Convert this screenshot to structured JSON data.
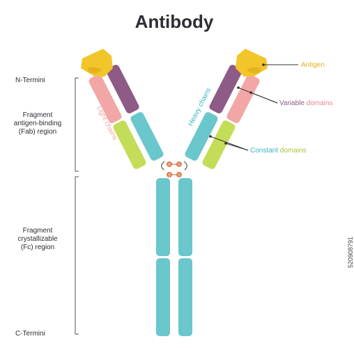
{
  "title": "Antibody",
  "left_labels": {
    "n_termini": "N-Termini",
    "fab_line1": "Fragment",
    "fab_line2": "antigen-binding",
    "fab_line3": "(Fab) region",
    "fc_line1": "Fragment",
    "fc_line2": "crystallizable",
    "fc_line3": "(Fc) region",
    "c_termini": "C-Termini"
  },
  "arm_labels": {
    "light_chains": "Light chains",
    "heavy_chains": "Heavy chains"
  },
  "callouts": {
    "antigen": "Antigen",
    "variable_word": "Variable",
    "variable_rest": " domains",
    "constant_word": "Constant",
    "constant_rest": " domains"
  },
  "disulfide_label": "S",
  "watermark": "520908791",
  "colors": {
    "antigen": "#f2c52a",
    "light_variable": "#f2a6a6",
    "heavy_variable": "#8e5a86",
    "constant_heavy": "#6ac7cc",
    "light_constant": "#c3dd58",
    "bond": "#d67c4a",
    "text": "#2d2d35",
    "antigen_text": "#e1b21a",
    "variable_text": "#a8688e",
    "constant_text": "#3bb4c0"
  }
}
